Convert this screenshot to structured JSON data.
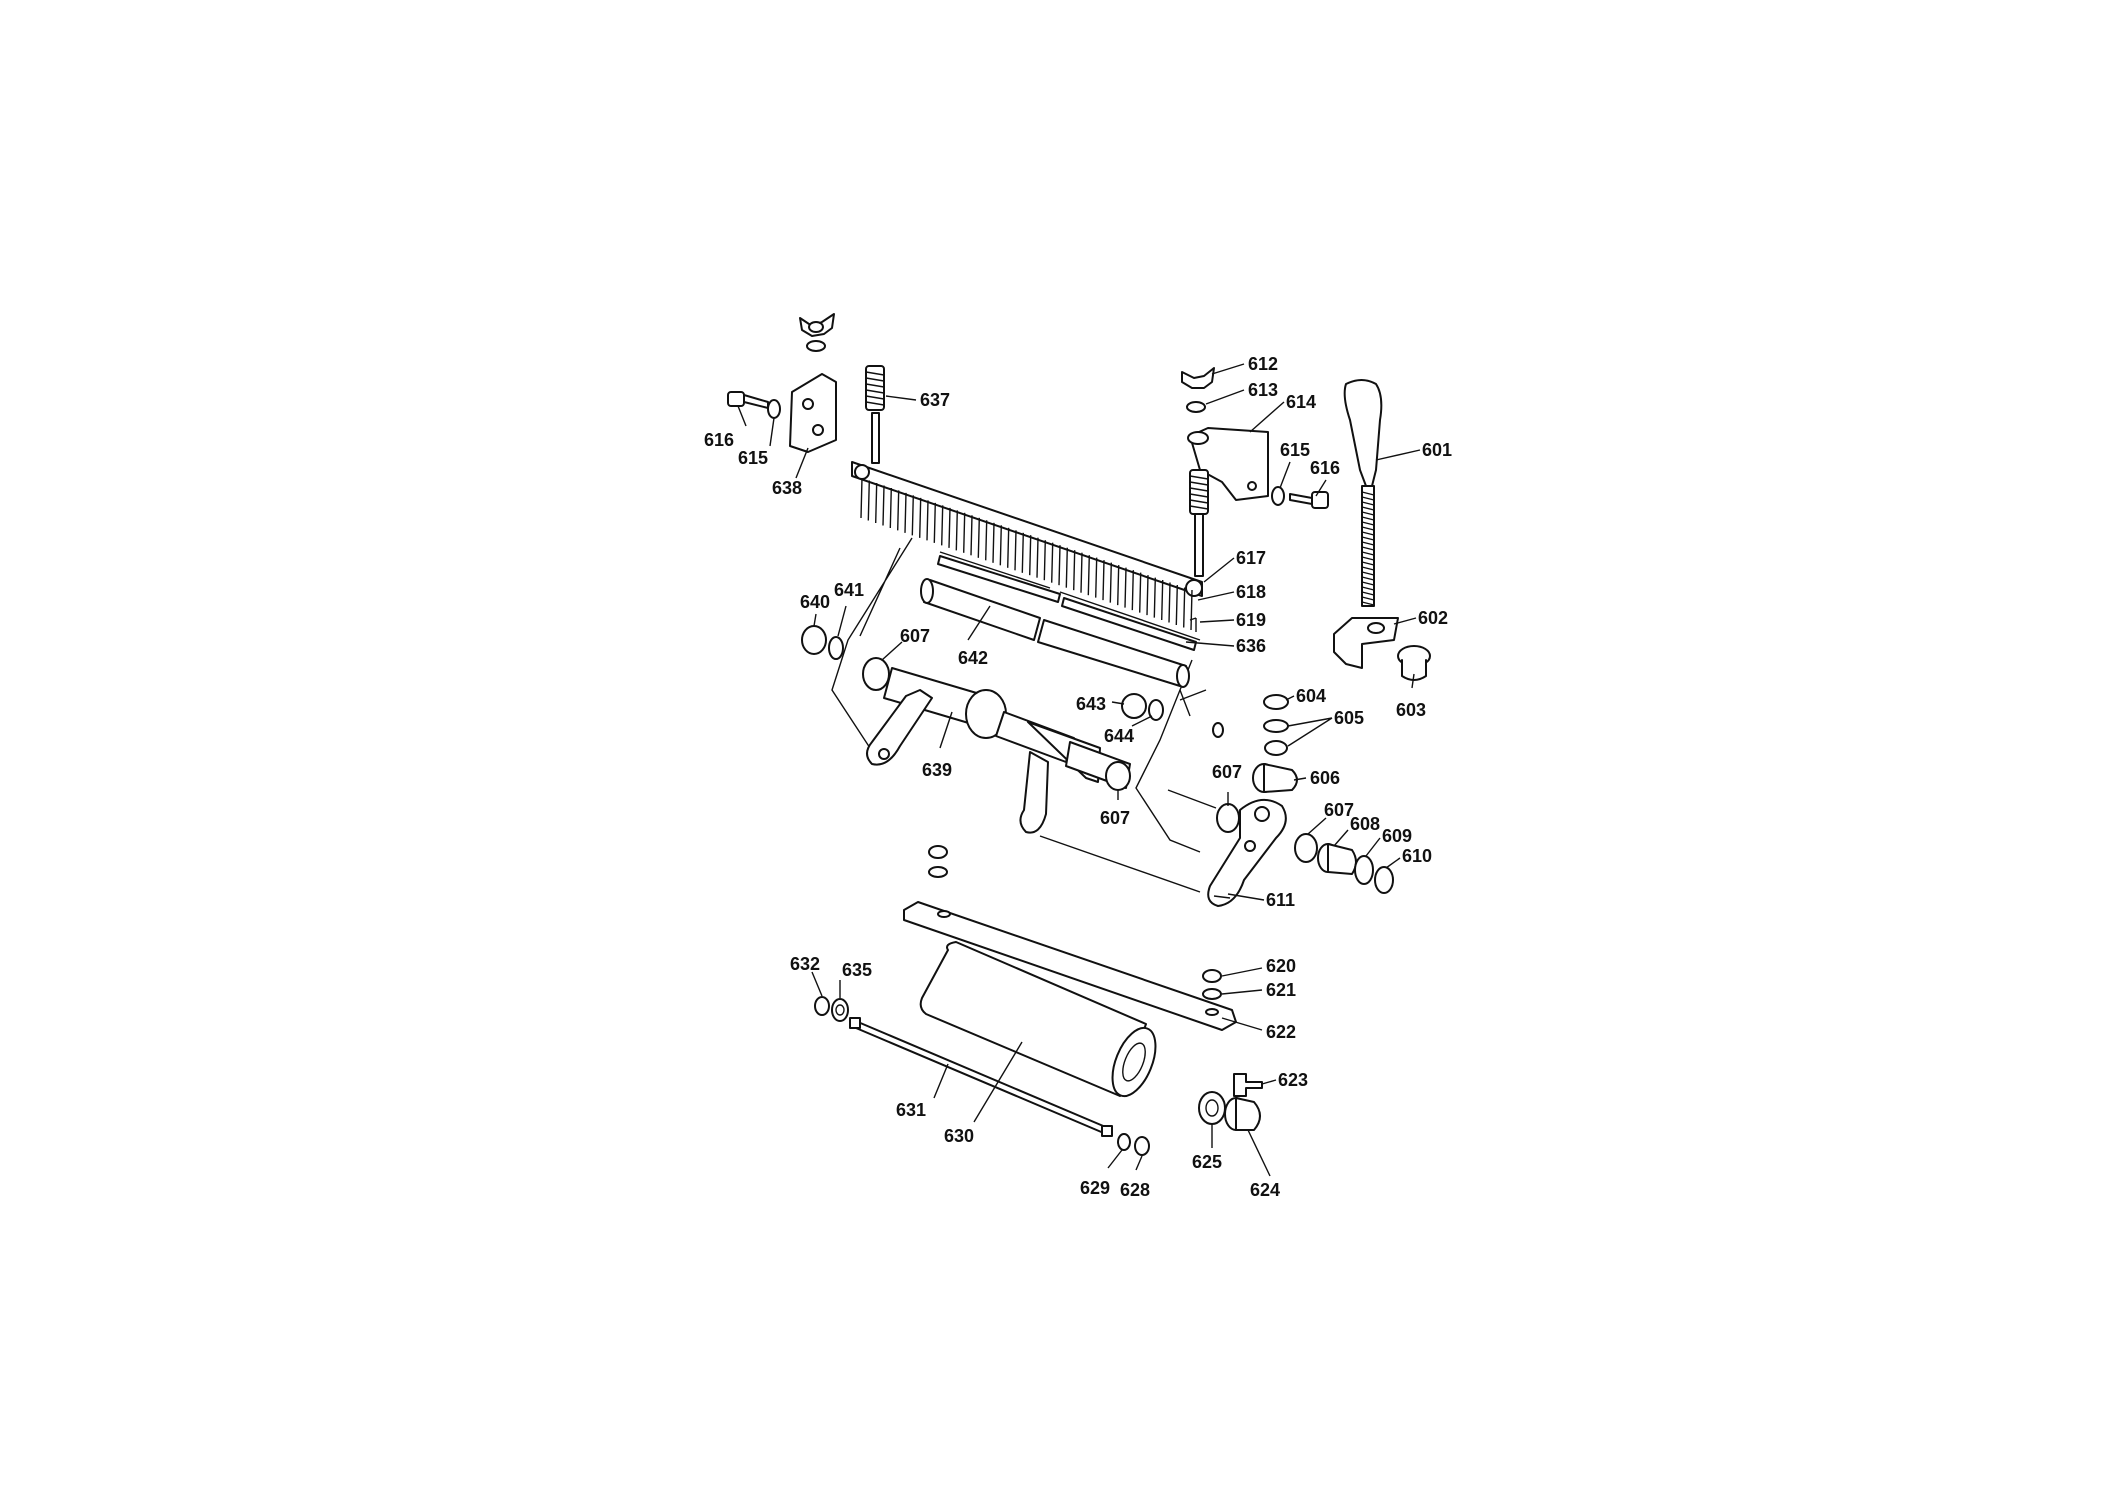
{
  "colors": {
    "background": "#ffffff",
    "ink": "#111111"
  },
  "labels": [
    {
      "id": "l612",
      "text": "612"
    },
    {
      "id": "l613",
      "text": "613"
    },
    {
      "id": "l614",
      "text": "614"
    },
    {
      "id": "l601",
      "text": "601"
    },
    {
      "id": "l615b",
      "text": "615"
    },
    {
      "id": "l616b",
      "text": "616"
    },
    {
      "id": "l637",
      "text": "637"
    },
    {
      "id": "l616a",
      "text": "616"
    },
    {
      "id": "l615a",
      "text": "615"
    },
    {
      "id": "l638",
      "text": "638"
    },
    {
      "id": "l617",
      "text": "617"
    },
    {
      "id": "l618",
      "text": "618"
    },
    {
      "id": "l619",
      "text": "619"
    },
    {
      "id": "l636",
      "text": "636"
    },
    {
      "id": "l640",
      "text": "640"
    },
    {
      "id": "l641",
      "text": "641"
    },
    {
      "id": "l607a",
      "text": "607"
    },
    {
      "id": "l642",
      "text": "642"
    },
    {
      "id": "l602",
      "text": "602"
    },
    {
      "id": "l603",
      "text": "603"
    },
    {
      "id": "l604",
      "text": "604"
    },
    {
      "id": "l605",
      "text": "605"
    },
    {
      "id": "l643",
      "text": "643"
    },
    {
      "id": "l644",
      "text": "644"
    },
    {
      "id": "l639",
      "text": "639"
    },
    {
      "id": "l606",
      "text": "606"
    },
    {
      "id": "l607b",
      "text": "607"
    },
    {
      "id": "l607c",
      "text": "607"
    },
    {
      "id": "l607d",
      "text": "607"
    },
    {
      "id": "l608",
      "text": "608"
    },
    {
      "id": "l609",
      "text": "609"
    },
    {
      "id": "l610",
      "text": "610"
    },
    {
      "id": "l611",
      "text": "611"
    },
    {
      "id": "l620",
      "text": "620"
    },
    {
      "id": "l621",
      "text": "621"
    },
    {
      "id": "l622",
      "text": "622"
    },
    {
      "id": "l632",
      "text": "632"
    },
    {
      "id": "l635",
      "text": "635"
    },
    {
      "id": "l623",
      "text": "623"
    },
    {
      "id": "l631",
      "text": "631"
    },
    {
      "id": "l630",
      "text": "630"
    },
    {
      "id": "l625",
      "text": "625"
    },
    {
      "id": "l624",
      "text": "624"
    },
    {
      "id": "l629",
      "text": "629"
    },
    {
      "id": "l628",
      "text": "628"
    }
  ]
}
